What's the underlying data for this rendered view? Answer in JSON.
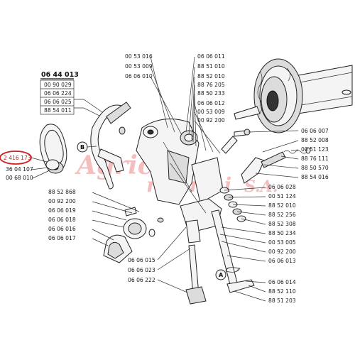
{
  "title": "06 44 013",
  "group_labels": [
    "00 90 029",
    "06 06 224",
    "06 06 025",
    "88 54 011"
  ],
  "highlighted_label": "2 416 173",
  "highlight_color": "#cc2222",
  "watermark": [
    "Agric",
    "ricambi",
    "S.A."
  ],
  "markers": [
    "B",
    "A"
  ],
  "labels": {
    "l_36": "36 04 107",
    "l_00_68_010": "00 68 010",
    "top_col": [
      "00 53 016",
      "00 53 009",
      "06 06 010"
    ],
    "center_col": [
      "06 06 011",
      "88 51 010",
      "88 52 010",
      "88 76 205",
      "88 50 233",
      "06 06 012",
      "00 53 009",
      "00 92 200"
    ],
    "right_col_top": [
      "06 06 007",
      "88 52 008",
      "00 51 123",
      "88 76 111",
      "88 50 570",
      "88 54 016"
    ],
    "right_col_mid": [
      "06 06 028",
      "00 51 124",
      "88 52 010",
      "88 52 256",
      "88 52 308",
      "88 50 234",
      "00 53 005",
      "00 92 200",
      "06 06 013"
    ],
    "right_col_bottom": [
      "06 06 014",
      "88 52 110",
      "88 51 203"
    ],
    "left_col": [
      "88 52 868",
      "00 92 200",
      "06 06 019",
      "06 06 018",
      "06 06 016",
      "06 06 017"
    ],
    "bottom_center": [
      "06 06 015",
      "06 06 023",
      "06 06 222"
    ]
  }
}
